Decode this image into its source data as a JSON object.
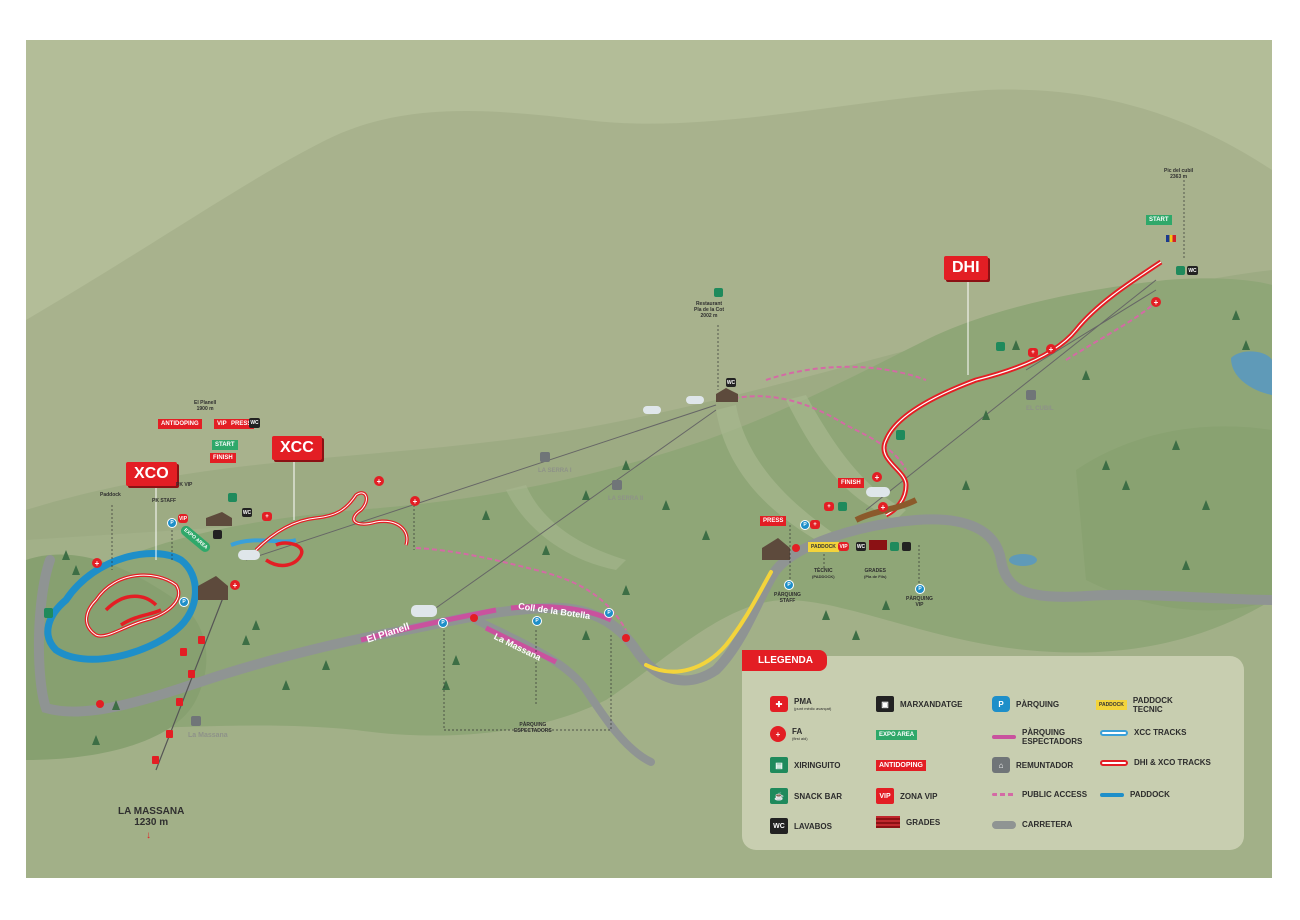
{
  "signs": {
    "xco": "XCO",
    "xcc": "XCC",
    "dhi": "DHI",
    "start": "START",
    "finish": "FINISH",
    "antidoping": "ANTIDOPING",
    "vip": "VIP",
    "press": "PRESS",
    "wc": "WC",
    "paddock": "PADDOCK",
    "expo": "EXPO AREA"
  },
  "labels": {
    "el_planell": "El Planell\n1900 m",
    "paddock": "Paddock",
    "pk_vip": "PK VIP",
    "pk_staff": "PK STAFF",
    "restaurant": "Restaurant\nPla de la Cot\n2002 m",
    "pic": "Pic del cubil\n2363 m",
    "la_massana_big": "LA MASSANA\n1230 m",
    "arrow_down": "↓",
    "la_massana_small": "La Massana",
    "la_serra_1": "LA SERRA I",
    "la_serra_2": "LA SERRA II",
    "el_cubil": "EL CUBIL",
    "tecnic": "TÈCNIC",
    "tecnic_sub": "(PADDOCK)",
    "grades": "GRADES",
    "grades_sub": "(Pla de Fils)",
    "parquing_staff": "PÀRQUING\nSTAFF",
    "parquing_vip": "PÀRQUING\nVIP",
    "parquing_espectadors": "PÀRQUING\nESPECTADORS"
  },
  "roads": {
    "el_planell": "El Planell",
    "coll_de_la_botella": "Coll de la Botella",
    "la_massana": "La Massana"
  },
  "legend": {
    "title": "LLEGENDA",
    "items": [
      {
        "label": "PMA",
        "sub": "(punt mèdic avançat)",
        "icon": "ambulance-icon",
        "color": "#e31e24"
      },
      {
        "label": "FA",
        "sub": "(first aid)",
        "icon": "first-aid-icon",
        "color": "#e31e24"
      },
      {
        "label": "XIRINGUITO",
        "icon": "bar-icon",
        "color": "#1f8a5c"
      },
      {
        "label": "SNACK BAR",
        "icon": "snack-bar-icon",
        "color": "#1f8a5c"
      },
      {
        "label": "LAVABOS",
        "icon": "wc-icon",
        "color": "#222222"
      },
      {
        "label": "MARXANDATGE",
        "icon": "shopping-bag-icon",
        "color": "#222222"
      },
      {
        "label": "EXPO AREA",
        "icon": "expo-area-sign",
        "color": "#2fa86a"
      },
      {
        "label": "ANTIDOPING",
        "icon": "antidoping-sign",
        "color": "#e31e24"
      },
      {
        "label": "ZONA VIP",
        "icon": "vip-icon",
        "color": "#e31e24"
      },
      {
        "label": "GRADES",
        "icon": "grandstand-icon",
        "color": "#8b1114"
      },
      {
        "label": "PÀRQUING",
        "icon": "parking-icon",
        "color": "#1e8fc9"
      },
      {
        "label": "PÀRQUING ESPECTADORS",
        "icon": "spectator-parking-line",
        "color": "#c9529e"
      },
      {
        "label": "REMUNTADOR",
        "icon": "ski-lift-icon",
        "color": "#707578"
      },
      {
        "label": "PUBLIC ACCESS",
        "icon": "public-access-dashed-line",
        "color": "#d46aa5"
      },
      {
        "label": "CARRETERA",
        "icon": "road-line",
        "color": "#8f9493"
      },
      {
        "label": "PADDOCK TECNIC",
        "icon": "paddock-tecnic-sign",
        "color": "#f3d43b"
      },
      {
        "label": "XCC TRACKS",
        "icon": "xcc-track-line",
        "color": "#3aa0d8"
      },
      {
        "label": "DHI & XCO TRACKS",
        "icon": "dhi-xco-track-line",
        "color": "#e31e24"
      },
      {
        "label": "PADDOCK",
        "icon": "paddock-line",
        "color": "#1e8fc9"
      }
    ]
  }
}
